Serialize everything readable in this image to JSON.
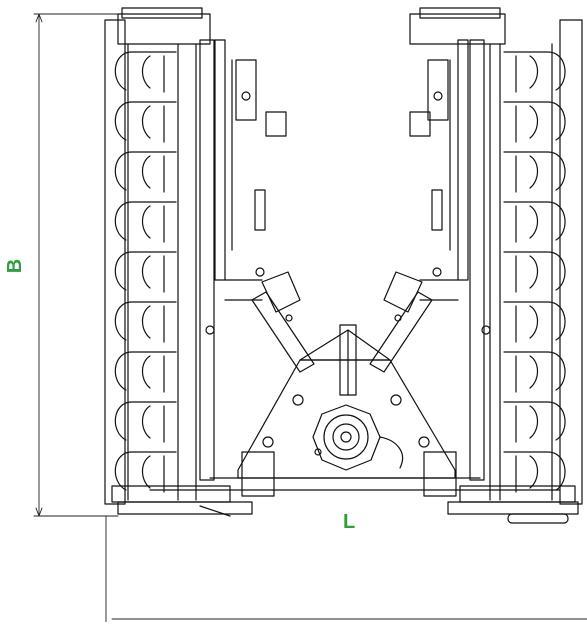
{
  "dimensions": {
    "height_label": "B",
    "length_label": "L",
    "label_color": "#2e9e3e"
  },
  "drawing": {
    "line_color": "#111111",
    "background": "#ffffff",
    "tine_rows_per_side": 9
  }
}
